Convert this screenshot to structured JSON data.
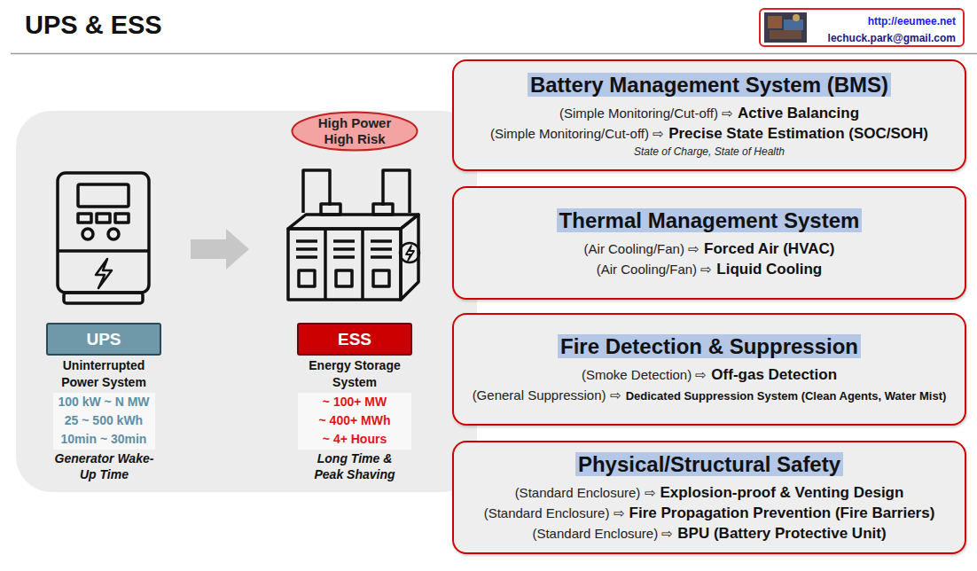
{
  "diagram": {
    "title": "UPS & ESS",
    "nodes": [
      {
        "text": [
          "http://eeumee.net",
          "lechuck.park@gmail.com"
        ]
      },
      {
        "text": [
          "High Power High Risk"
        ]
      },
      {
        "text": [
          "UPS"
        ]
      },
      {
        "text": [
          "ESS"
        ]
      },
      {
        "text": [
          "Battery Management System (BMS)",
          "(Simple Monitoring/Cut-off) ⇨",
          "Active Balancing",
          "(Simple Monitoring/Cut-off) ⇨",
          "Precise State Estimation (SOC/SOH)",
          "State of Charge, State of Health"
        ]
      },
      {
        "text": [
          "Thermal Management System",
          "(Air Cooling/Fan) ⇨",
          "Forced Air (HVAC)",
          "(Air Cooling/Fan) ⇨",
          "Liquid Cooling"
        ]
      },
      {
        "text": [
          "Fire Detection & Suppression",
          "(Smoke Detection) ⇨",
          "Off-gas Detection",
          "(General Suppression) ⇨",
          "Dedicated Suppression System (Clean Agents, Water Mist)"
        ]
      },
      {
        "text": [
          "Physical/Structural Safety",
          "(Standard Enclosure) ⇨",
          "Explosion-proof & Venting Design",
          "(Standard Enclosure) ⇨",
          "Fire Propagation Prevention (Fire Barriers)",
          "(Standard Enclosure) ⇨",
          "BPU (Battery Protective Unit)"
        ]
      }
    ],
    "labels": [
      "Uninterrupted Power System",
      "100 kW ~ N MW",
      "25 ~ 500 kWh",
      "10min ~ 30min",
      "Generator Wake-Up Time",
      "Energy Storage System",
      "~ 100+ MW",
      "~ 400+ MWh",
      "~ 4+ Hours",
      "Long Time & Peak Shaving"
    ]
  }
}
